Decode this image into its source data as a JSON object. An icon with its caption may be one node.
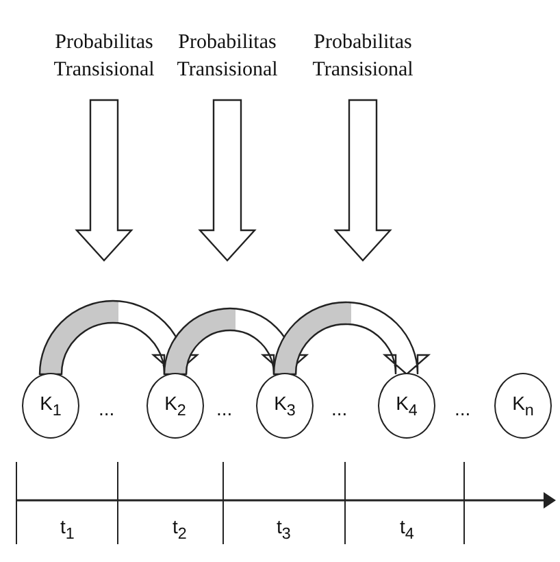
{
  "diagram": {
    "nodes": [
      {
        "text": [
          "Probabilitas Transisional"
        ]
      },
      {
        "text": [
          "Probabilitas Transisional"
        ]
      },
      {
        "text": [
          "Probabilitas Transisional"
        ]
      },
      {
        "text": [
          "K$_{1}$"
        ]
      },
      {
        "text": [
          "K$_{2}$"
        ]
      },
      {
        "text": [
          "K$_{3}$"
        ]
      },
      {
        "text": [
          "K$_{4}$"
        ]
      },
      {
        "text": [
          "K$_{n}$"
        ]
      }
    ],
    "edges": [
      {
        "from": 0,
        "to": null,
        "arrow": "to"
      },
      {
        "from": 1,
        "to": null,
        "arrow": "to"
      },
      {
        "from": 2,
        "to": null,
        "arrow": "to"
      },
      {
        "from": 3,
        "to": 4,
        "arrow": "to"
      },
      {
        "from": 4,
        "to": 5,
        "arrow": "to"
      },
      {
        "from": 5,
        "to": 6,
        "arrow": "to"
      }
    ],
    "labels": [
      "...",
      "...",
      "...",
      "...",
      "t$_{1}$",
      "t$_{2}$",
      "t$_{3}$",
      "t$_{4}$"
    ]
  }
}
